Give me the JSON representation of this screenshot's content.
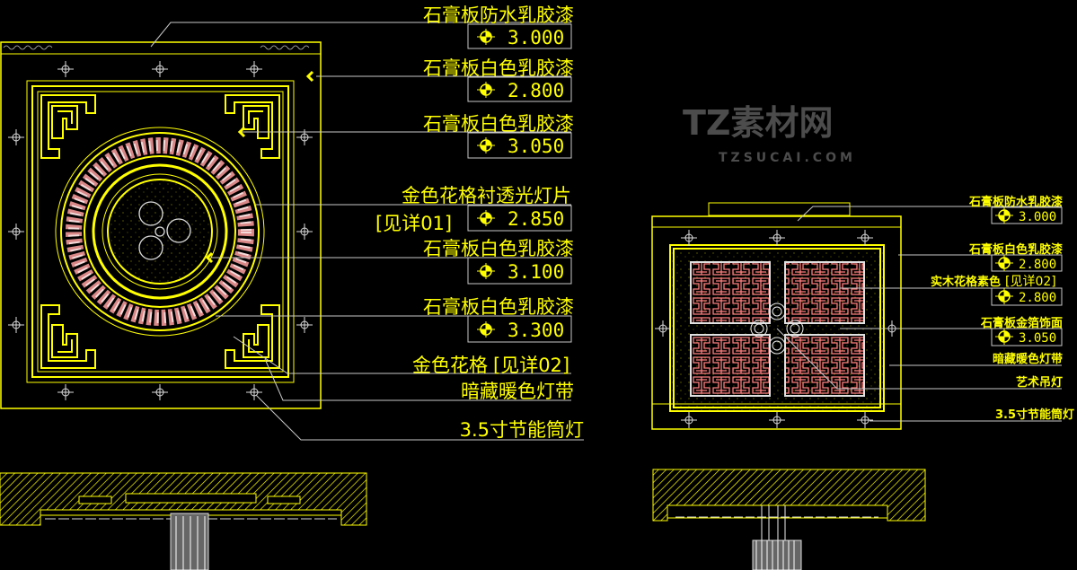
{
  "left_plan": {
    "labels": [
      {
        "text": "石膏板防水乳胶漆",
        "level": "3.000"
      },
      {
        "text": "石膏板白色乳胶漆",
        "level": "2.800"
      },
      {
        "text": "石膏板白色乳胶漆",
        "level": "3.050"
      },
      {
        "text": "金色花格衬透光灯片",
        "ref": "[见详01]",
        "level": "2.850"
      },
      {
        "text": "石膏板白色乳胶漆",
        "level": "3.100"
      },
      {
        "text": "石膏板白色乳胶漆",
        "level": "3.300"
      },
      {
        "text": "金色花格",
        "ref": "[见详02]"
      },
      {
        "text": "暗藏暖色灯带"
      },
      {
        "text": "3.5寸节能筒灯"
      }
    ]
  },
  "right_plan": {
    "labels": [
      {
        "text": "石膏板防水乳胶漆",
        "level": "3.000"
      },
      {
        "text": "石膏板白色乳胶漆",
        "level": "2.800"
      },
      {
        "text": "实木花格素色",
        "ref": "[见详02]",
        "level": "2.800"
      },
      {
        "text": "石膏板金箔饰面",
        "level": "3.050"
      },
      {
        "text": "暗藏暖色灯带"
      },
      {
        "text": "艺术吊灯"
      },
      {
        "text": "3.5寸节能筒灯"
      }
    ]
  },
  "watermark": {
    "logo": "TZ素材网",
    "url": "TZSUCAI.COM"
  },
  "colors": {
    "line": "#ffff00",
    "leader": "#c8c8c8",
    "fret": "#ff7f7f",
    "bg": "#000000"
  }
}
